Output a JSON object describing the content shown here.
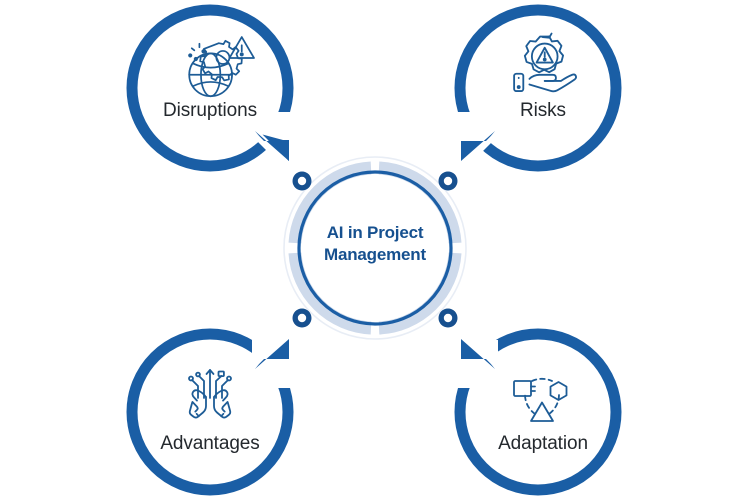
{
  "diagram": {
    "title": "AI in Project Management",
    "type": "hub-and-spoke-circular",
    "background_color": "#ffffff",
    "hub": {
      "label_line1": "AI in Project",
      "label_line2": "Management",
      "text_color": "#16508f",
      "ring_color": "#1b5ea5",
      "halo_color": "#b9c9e2",
      "marker_color": "#17508f",
      "marker_count": 4
    },
    "colors": {
      "brand_blue": "#1a5ea5",
      "icon_blue": "#1d5c96",
      "label_text": "#24292e",
      "hub_text": "#16508f",
      "light_band": "#c2d1e6"
    },
    "nodes": [
      {
        "id": "disruptions",
        "label": "Disruptions",
        "icon": "globe-gear-warning-icon",
        "position": "top-left",
        "pointer_direction": "bottom-right"
      },
      {
        "id": "risks",
        "label": "Risks",
        "icon": "hand-gear-warning-icon",
        "position": "top-right",
        "pointer_direction": "bottom-left"
      },
      {
        "id": "advantages",
        "label": "Advantages",
        "icon": "hands-circuit-icon",
        "position": "bottom-left",
        "pointer_direction": "top-right"
      },
      {
        "id": "adaptation",
        "label": "Adaptation",
        "icon": "shapes-transform-icon",
        "position": "bottom-right",
        "pointer_direction": "top-left"
      }
    ]
  }
}
